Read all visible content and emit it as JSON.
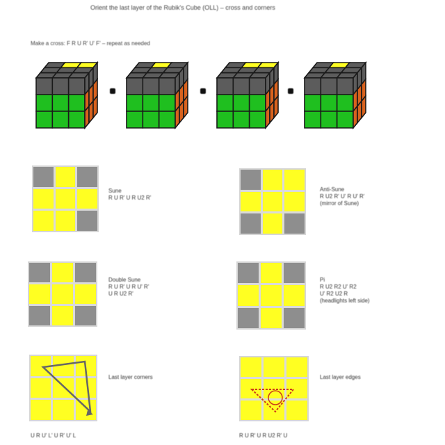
{
  "header": {
    "title": "Orient the last layer of the Rubik's Cube (OLL) – cross and corners",
    "subtitle": "Make a cross: F R U R' U' F' – repeat as needed"
  },
  "colors": {
    "yellow": "#ffff22",
    "gray": "#8e8e8e",
    "green": "#1fbf1f",
    "orange": "#d8621e",
    "cube_gray": "#5c5c5c"
  },
  "cube_steps": [
    {
      "name": "cube-step-1"
    },
    {
      "name": "cube-step-2"
    },
    {
      "name": "cube-step-3"
    },
    {
      "name": "cube-step-4"
    }
  ],
  "patterns": [
    {
      "id": "sune",
      "cells": [
        "g",
        "y",
        "g",
        "y",
        "y",
        "y",
        "y",
        "y",
        "g"
      ],
      "title": "Sune",
      "lines": [
        "R U R' U R U2 R'"
      ]
    },
    {
      "id": "anti-sune",
      "cells": [
        "g",
        "y",
        "y",
        "y",
        "y",
        "y",
        "g",
        "y",
        "g"
      ],
      "title": "Anti-Sune",
      "lines": [
        "R U2 R' U' R U' R'",
        "(mirror of Sune)"
      ]
    },
    {
      "id": "double-sune",
      "cells": [
        "g",
        "y",
        "g",
        "y",
        "y",
        "y",
        "g",
        "y",
        "g"
      ],
      "title": "Double Sune",
      "lines": [
        "R U R' U R U' R'",
        "U R U2 R'"
      ]
    },
    {
      "id": "pi",
      "cells": [
        "g",
        "y",
        "g",
        "y",
        "y",
        "y",
        "g",
        "y",
        "g"
      ],
      "title": "Pi",
      "lines": [
        "R U2 R2 U' R2",
        "U' R2 U2 R",
        "(headlights left side)"
      ]
    },
    {
      "id": "corner-swap-diag",
      "cells": [
        "y",
        "y",
        "y",
        "y",
        "y",
        "y",
        "y",
        "y",
        "y"
      ],
      "title": "Last layer corners",
      "lines": []
    },
    {
      "id": "corner-swap-adj",
      "cells": [
        "y",
        "y",
        "y",
        "y",
        "y",
        "y",
        "y",
        "y",
        "y"
      ],
      "title": "Last layer edges",
      "lines": []
    }
  ],
  "footer": {
    "left": "U R U' L' U R' U' L",
    "right": "R U R' U R U2 R' U"
  }
}
